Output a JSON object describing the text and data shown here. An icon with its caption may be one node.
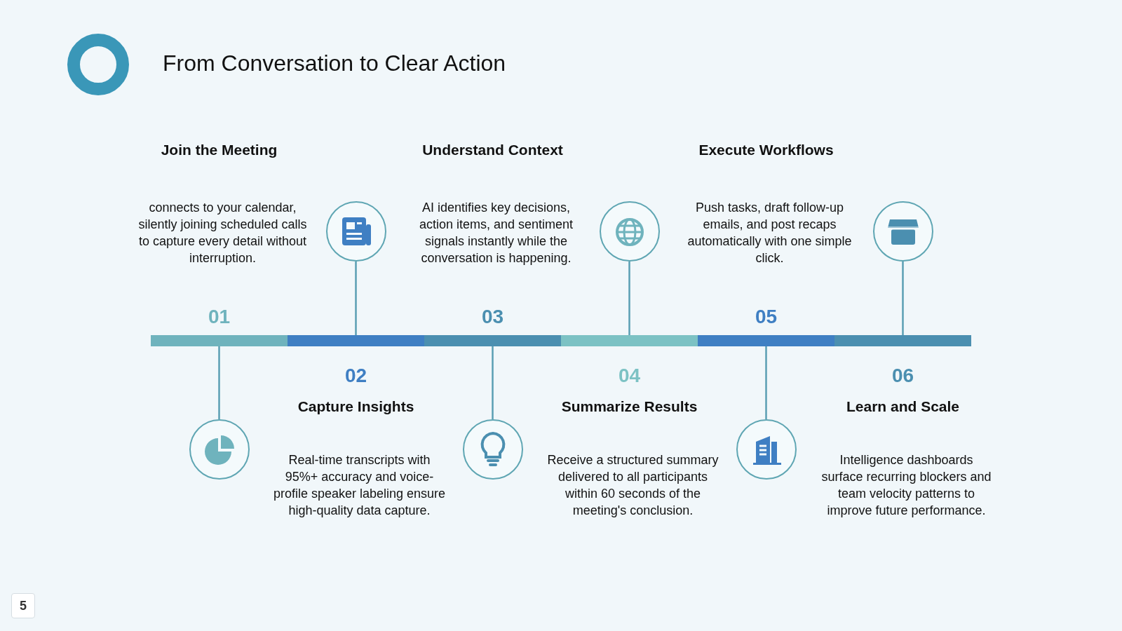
{
  "diagram": {
    "title": "From Conversation to Clear Action",
    "nodes": [
      {
        "text": [],
        "shape": "bar"
      },
      {
        "text": [],
        "shape": "bar"
      },
      {
        "text": [],
        "shape": "bar"
      },
      {
        "text": [],
        "shape": "bar"
      },
      {
        "text": [],
        "shape": "bar"
      },
      {
        "text": [],
        "shape": "bar"
      },
      {
        "text": [],
        "shape": "circle"
      },
      {
        "text": [],
        "shape": "circle"
      },
      {
        "text": [],
        "shape": "circle"
      },
      {
        "text": [],
        "shape": "circle"
      },
      {
        "text": [],
        "shape": "circle"
      },
      {
        "text": [],
        "shape": "circle"
      }
    ],
    "edges": [
      {
        "from": 6,
        "to": 0,
        "arrow": "none"
      },
      {
        "from": 7,
        "to": 1,
        "arrow": "none"
      },
      {
        "from": 8,
        "to": 2,
        "arrow": "none"
      },
      {
        "from": 9,
        "to": 3,
        "arrow": "none"
      },
      {
        "from": 10,
        "to": 4,
        "arrow": "none"
      },
      {
        "from": 11,
        "to": 5,
        "arrow": "none"
      }
    ],
    "labels": [
      "01",
      "Join the Meeting",
      "connects to your calendar, silently joining scheduled calls to capture every detail without interruption.",
      "02",
      "Capture Insights",
      "Real-time transcripts with 95%+ accuracy and voice-profile speaker labeling ensure high-quality data capture.",
      "03",
      "Understand Context",
      "AI identifies key decisions, action items, and sentiment signals instantly while the conversation is happening.",
      "04",
      "Summarize Results",
      "Receive a structured summary delivered to all participants within 60 seconds of the meeting's conclusion.",
      "05",
      "Execute Workflows",
      "Push tasks, draft follow-up emails, and post recaps automatically with one simple click.",
      "06",
      "Learn and Scale",
      "Intelligence dashboards surface recurring blockers and team velocity patterns to improve future performance.",
      "5"
    ]
  }
}
